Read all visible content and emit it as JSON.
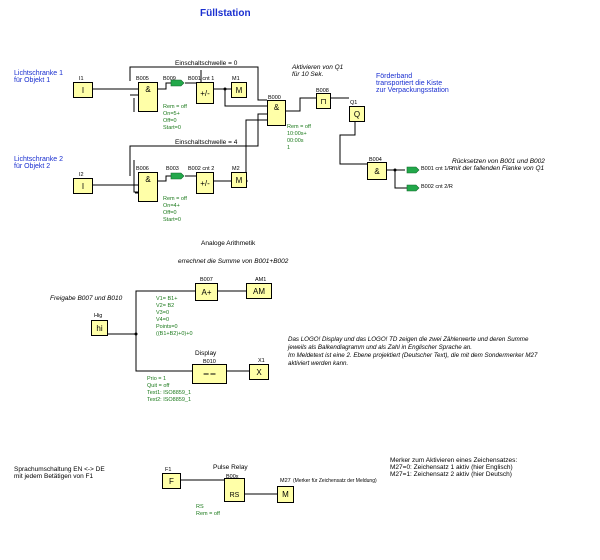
{
  "title": "Füllstation",
  "notes": {
    "lichtschranke1": [
      "Lichtschranke 1",
      "für Objekt 1"
    ],
    "lichtschranke2": [
      "Lichtschranke 2",
      "für Objekt 2"
    ],
    "einschalt0": "Einschaltschwelle = 0",
    "einschalt4": "Einschaltschwelle = 4",
    "aktivieren": [
      "Aktivieren von Q1",
      "für 10 Sek."
    ],
    "foerderband": [
      "Förderband",
      "transportiert die Kiste",
      "zur Verpackungsstation"
    ],
    "ruecksetzen": [
      "Rücksetzen von B001 und B002",
      "mit der fallenden Flanke von Q1"
    ],
    "analog_title": "Analoge Arithmetik",
    "analog_sub": "errechnet die Summe von B001+B002",
    "freigabe": "Freigabe B007 und B010",
    "display_info": [
      "Das LOGO! Display und das LOGO! TD zeigen die zwei Zählerwerte und deren Summe",
      "jeweils als Balkendiagramm und als Zahl in Englischer Sprache an.",
      "Im Meldetext ist eine 2. Ebene projektiert (Deutscher Text), die mit dem Sondermerker M27",
      "aktiviert werden kann."
    ],
    "sprach": [
      "Sprachumschaltung EN <-> DE",
      "mit jedem Betätigen von F1"
    ],
    "merker": [
      "Merker zum Aktivieren eines Zeichensatzes:",
      "M27=0: Zeichensatz 1 aktiv (hier Englisch)",
      "M27=1: Zeichensatz 2 aktiv (hier Deutsch)"
    ],
    "m27_note": "(Merker für Zeichensatz der Meldung)",
    "pulse_relay": "Pulse Relay",
    "display": "Display"
  },
  "blocks": {
    "I1": {
      "label": "I1",
      "symbol": "I"
    },
    "I2": {
      "label": "I2",
      "symbol": "I"
    },
    "B005": {
      "label": "B005",
      "symbol": "&"
    },
    "B006": {
      "label": "B006",
      "symbol": "&"
    },
    "B009": {
      "label": "B009"
    },
    "B003": {
      "label": "B003"
    },
    "B001": {
      "label": "B001 cnt 1",
      "symbol": "+/-"
    },
    "B002": {
      "label": "B002 cnt 2",
      "symbol": "+/-"
    },
    "M1": {
      "label": "M1",
      "symbol": "M"
    },
    "M2": {
      "label": "M2",
      "symbol": "M"
    },
    "B000": {
      "label": "B000",
      "symbol": "&"
    },
    "B008": {
      "label": "B008",
      "symbol": "⊓"
    },
    "Q1": {
      "label": "Q1",
      "symbol": "Q"
    },
    "B004": {
      "label": "B004",
      "symbol": "&"
    },
    "B001ref": {
      "label": "B001 cnt 1/R"
    },
    "B002ref": {
      "label": "B002 cnt 2/R"
    },
    "hi": {
      "label": "Hig",
      "symbol": "hi"
    },
    "B007": {
      "label": "B007",
      "symbol": "A+"
    },
    "AM1": {
      "label": "AM1",
      "symbol": "AM"
    },
    "B010": {
      "label": "B010"
    },
    "X1": {
      "label": "X1",
      "symbol": "X"
    },
    "F1": {
      "label": "F1",
      "symbol": "F"
    },
    "B00x": {
      "label": "B00x",
      "symbol": "RS"
    },
    "M27": {
      "label": "M27",
      "symbol": "M"
    }
  },
  "params": {
    "B001": [
      "Rem = off",
      "On=5+",
      "Off=0",
      "Start=0"
    ],
    "B002": [
      "Rem = off",
      "On=4+",
      "Off=0",
      "Start=0"
    ],
    "B008": [
      "Rem = off",
      "10:00s+",
      "00:00s",
      "1"
    ],
    "B007": [
      "V1= B1+",
      "V2= B2",
      "V3=0",
      "V4=0",
      "Points=0",
      "((B1+B2)+0)+0"
    ],
    "B010": [
      "Prio = 1",
      "Quit = off",
      "Text1: ISO8859_1",
      "Text2: ISO8859_1"
    ],
    "B00x": [
      "RS",
      "Rem = off"
    ]
  },
  "colors": {
    "block_fill": "#ffffa8",
    "green_flag": "#22a84a",
    "blue_text": "#1a2fd0",
    "param_green": "#1c7a1c"
  }
}
